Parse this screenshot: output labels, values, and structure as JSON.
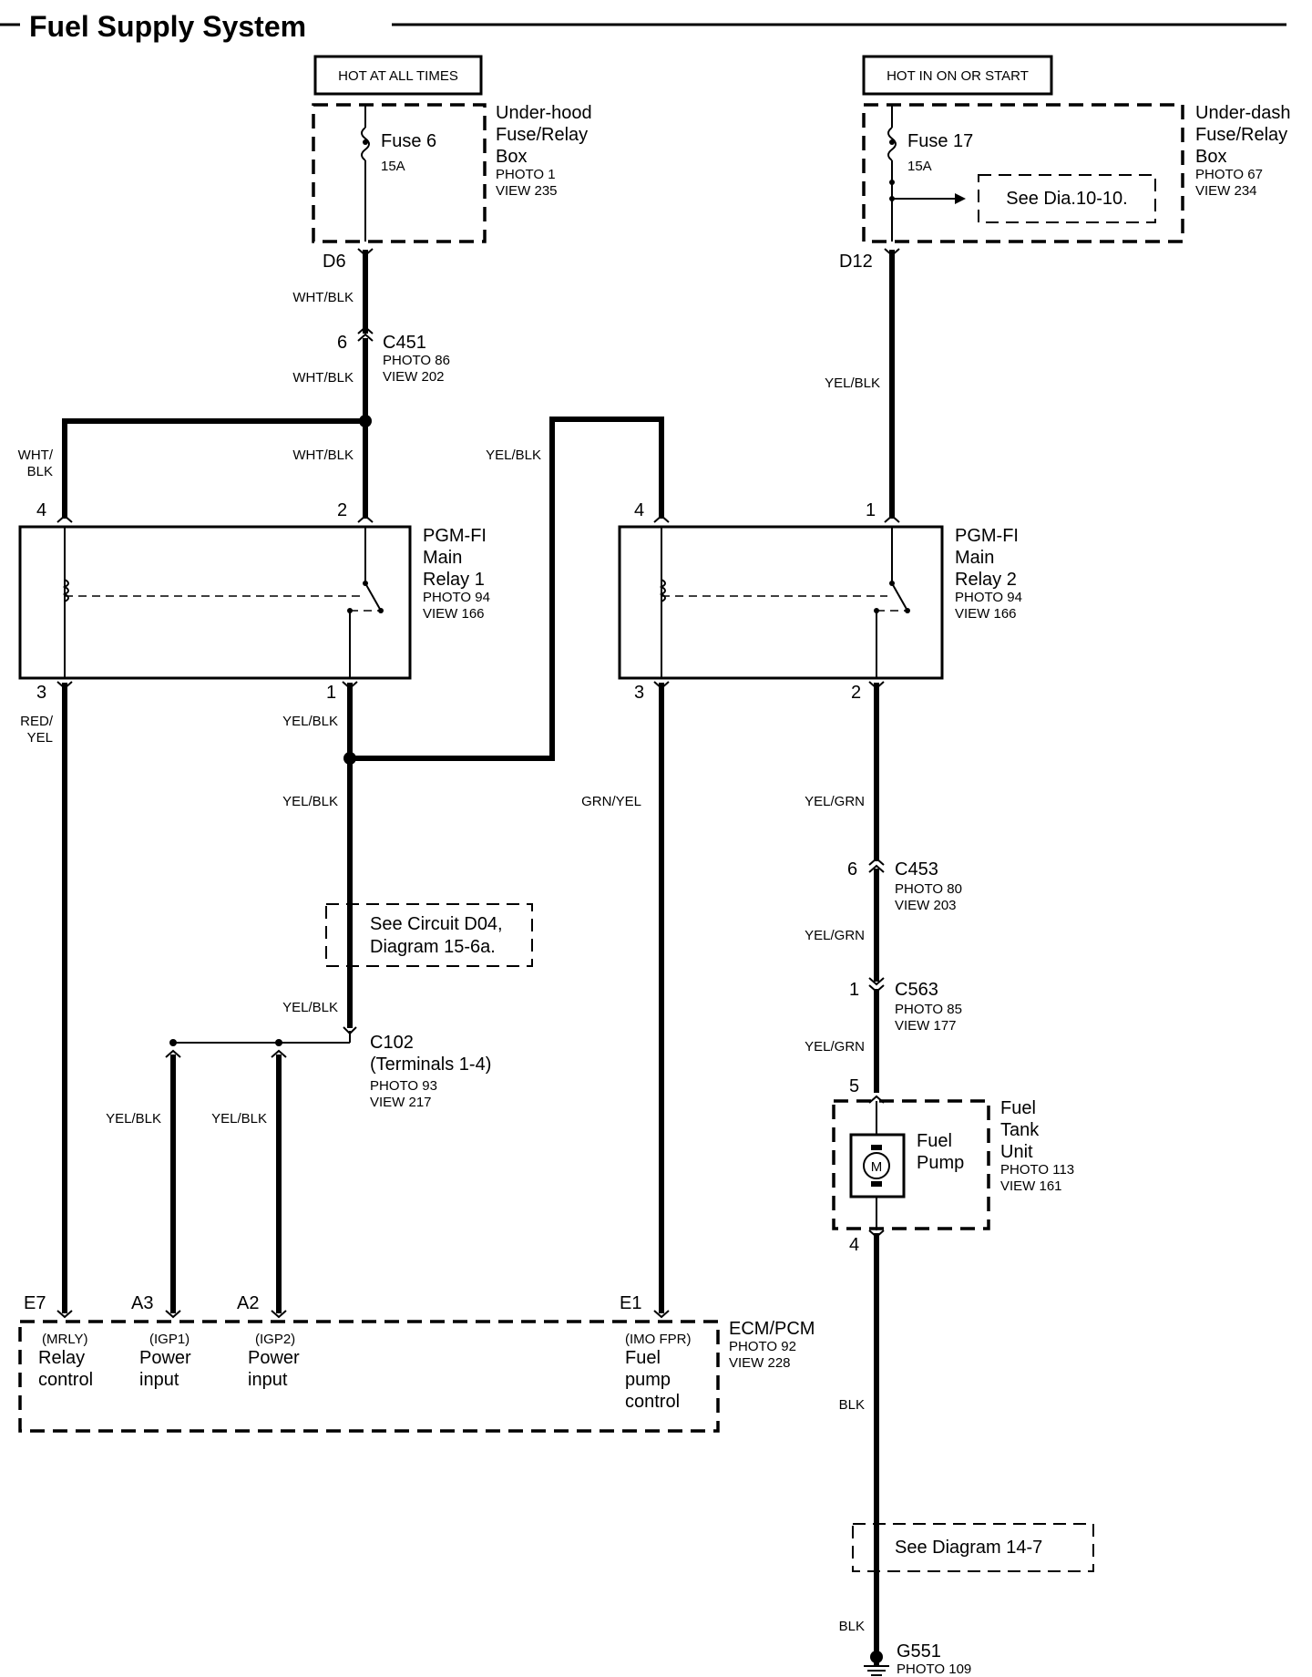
{
  "title": "Fuel Supply System",
  "power_labels": {
    "left": "HOT AT ALL TIMES",
    "right": "HOT IN ON OR START"
  },
  "under_hood_box": {
    "name_1": "Under-hood",
    "name_2": "Fuse/Relay",
    "name_3": "Box",
    "photo": "PHOTO 1",
    "view": "VIEW 235",
    "fuse_name": "Fuse 6",
    "fuse_rating": "15A",
    "pin": "D6"
  },
  "under_dash_box": {
    "name_1": "Under-dash",
    "name_2": "Fuse/Relay",
    "name_3": "Box",
    "photo": "PHOTO 67",
    "view": "VIEW 234",
    "fuse_name": "Fuse 17",
    "fuse_rating": "15A",
    "pin": "D12",
    "see_ref": "See Dia.10-10."
  },
  "c451": {
    "pin": "6",
    "name": "C451",
    "photo": "PHOTO 86",
    "view": "VIEW 202"
  },
  "relay1": {
    "name_1": "PGM-FI",
    "name_2": "Main",
    "name_3": "Relay 1",
    "photo": "PHOTO 94",
    "view": "VIEW 166",
    "pin_top_left": "4",
    "pin_top_right": "2",
    "pin_bottom_left": "3",
    "pin_bottom_right": "1"
  },
  "relay2": {
    "name_1": "PGM-FI",
    "name_2": "Main",
    "name_3": "Relay 2",
    "photo": "PHOTO 94",
    "view": "VIEW 166",
    "pin_top_left": "4",
    "pin_top_right": "1",
    "pin_bottom_left": "3",
    "pin_bottom_right": "2"
  },
  "wires": {
    "wht_blk_1": "WHT/BLK",
    "wht_blk_2": "WHT/BLK",
    "wht_blk_3": "WHT/BLK",
    "wht_blk_split_1": "WHT/",
    "wht_blk_split_2": "BLK",
    "yel_blk_right": "YEL/BLK",
    "yel_blk_cross": "YEL/BLK",
    "red_yel_1": "RED/",
    "red_yel_2": "YEL",
    "yel_blk_r1": "YEL/BLK",
    "yel_blk_mid": "YEL/BLK",
    "yel_blk_low": "YEL/BLK",
    "grn_yel": "GRN/YEL",
    "yel_grn_1": "YEL/GRN",
    "yel_grn_2": "YEL/GRN",
    "yel_grn_3": "YEL/GRN",
    "yel_blk_a3": "YEL/BLK",
    "yel_blk_a2": "YEL/BLK",
    "blk_1": "BLK",
    "blk_2": "BLK"
  },
  "circuit_ref": {
    "line_1": "See Circuit D04,",
    "line_2": "Diagram 15-6a."
  },
  "c102": {
    "name": "C102",
    "terminals": "(Terminals 1-4)",
    "photo": "PHOTO 93",
    "view": "VIEW 217"
  },
  "c453": {
    "pin": "6",
    "name": "C453",
    "photo": "PHOTO 80",
    "view": "VIEW 203"
  },
  "c563": {
    "pin": "1",
    "name": "C563",
    "photo": "PHOTO 85",
    "view": "VIEW 177"
  },
  "fuel_tank_unit": {
    "pin_top": "5",
    "pin_bottom": "4",
    "name_1": "Fuel",
    "name_2": "Tank",
    "name_3": "Unit",
    "photo": "PHOTO 113",
    "view": "VIEW 161",
    "pump_1": "Fuel",
    "pump_2": "Pump",
    "motor_symbol": "M"
  },
  "ecm": {
    "name": "ECM/PCM",
    "photo": "PHOTO 92",
    "view": "VIEW 228",
    "pins": [
      {
        "pin": "E7",
        "code": "(MRLY)",
        "line_1": "Relay",
        "line_2": "control",
        "line_3": ""
      },
      {
        "pin": "A3",
        "code": "(IGP1)",
        "line_1": "Power",
        "line_2": "input",
        "line_3": ""
      },
      {
        "pin": "A2",
        "code": "(IGP2)",
        "line_1": "Power",
        "line_2": "input",
        "line_3": ""
      },
      {
        "pin": "E1",
        "code": "(IMO FPR)",
        "line_1": "Fuel",
        "line_2": "pump",
        "line_3": "control"
      }
    ]
  },
  "ground_ref": "See Diagram 14-7",
  "ground": {
    "name": "G551",
    "photo": "PHOTO 109"
  }
}
